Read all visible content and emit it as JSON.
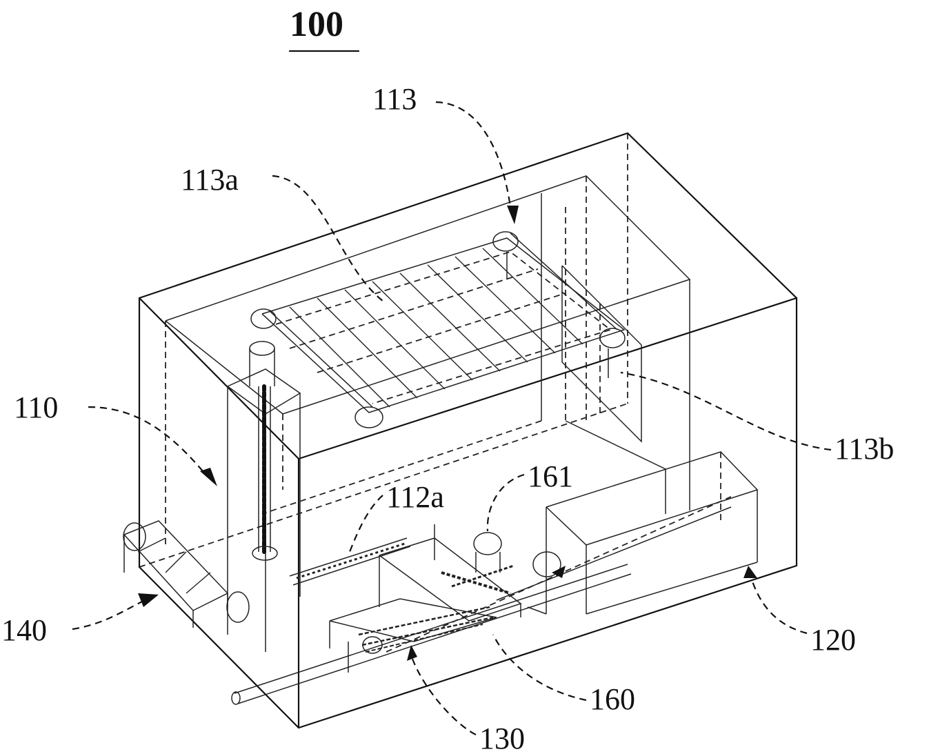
{
  "figure": {
    "title": "100",
    "labels": {
      "l110": "110",
      "l113": "113",
      "l113a": "113a",
      "l113b": "113b",
      "l112a": "112a",
      "l161": "161",
      "l120": "120",
      "l140": "140",
      "l130": "130",
      "l160": "160"
    }
  }
}
